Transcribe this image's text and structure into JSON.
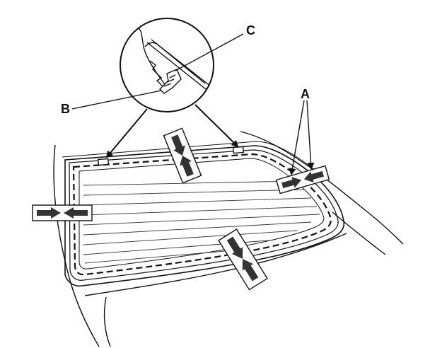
{
  "labels": {
    "a": "A",
    "b": "B",
    "c": "C"
  },
  "colors": {
    "line": "#111111",
    "arrow_fill": "#333333",
    "background": "#ffffff"
  }
}
